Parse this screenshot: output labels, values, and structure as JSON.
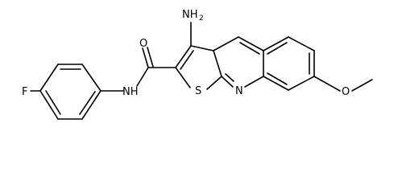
{
  "molecule": {
    "atoms": {
      "amine": "NH",
      "amine_subscript": "2",
      "carbonyl_oxygen": "O",
      "amide_nitrogen": "NH",
      "fluorine": "F",
      "sulfur": "S",
      "ring_nitrogen": "N",
      "ether_oxygen": "O"
    }
  }
}
